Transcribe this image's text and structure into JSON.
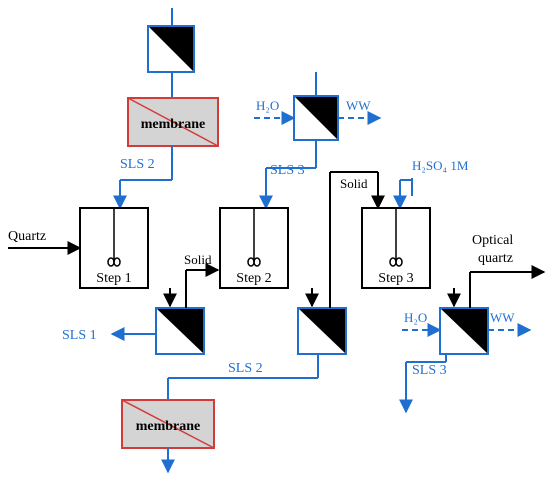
{
  "colors": {
    "blue": "#1f6fd1",
    "black": "#000000",
    "membrane_fill": "#d4d4d4",
    "membrane_border": "#d33b3b"
  },
  "labels": {
    "membrane_top": "membrane",
    "membrane_bottom": "membrane",
    "sls2_top": "SLS 2",
    "sls3_top": "SLS 3",
    "h2o_top": "H₂O",
    "ww_top": "WW",
    "quartz": "Quartz",
    "step1": "Step 1",
    "step2": "Step 2",
    "step3": "Step 3",
    "solid1": "Solid",
    "solid2": "Solid",
    "h2so4": "H₂SO₄ 1M",
    "optical_line1": "Optical",
    "optical_line2": "quartz",
    "sls1": "SLS 1",
    "sls2_bottom": "SLS 2",
    "h2o_right": "H₂O",
    "ww_right": "WW",
    "sls3_bottom": "SLS 3"
  },
  "icons": {
    "stirrer": "stirrer-icon",
    "filter": "filter-unit-icon"
  }
}
